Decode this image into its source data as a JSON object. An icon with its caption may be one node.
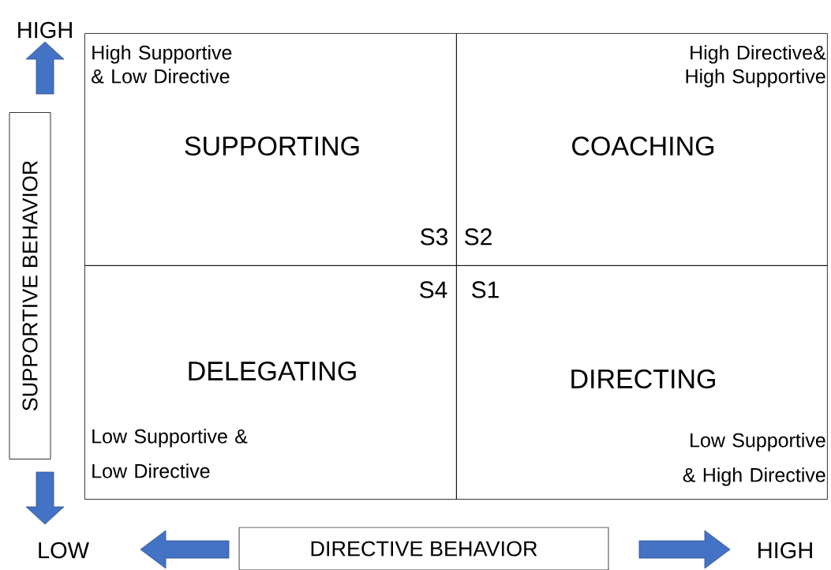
{
  "diagram": {
    "nodes": [
      {
        "text": [
          "High Supportive & Low Directive",
          "SUPPORTING",
          "S3"
        ]
      },
      {
        "text": [
          "High Directive& High Supportive",
          "COACHING",
          "S2"
        ]
      },
      {
        "text": [
          "S4",
          "DELEGATING",
          "Low Supportive & Low Directive"
        ]
      },
      {
        "text": [
          "S1",
          "DIRECTING",
          "Low Supportive & High Directive"
        ]
      },
      {
        "text": [
          "SUPPORTIVE BEHAVIOR"
        ]
      },
      {
        "text": [
          "DIRECTIVE BEHAVIOR"
        ]
      }
    ],
    "labels": [
      "HIGH",
      "LOW",
      "HIGH"
    ]
  }
}
